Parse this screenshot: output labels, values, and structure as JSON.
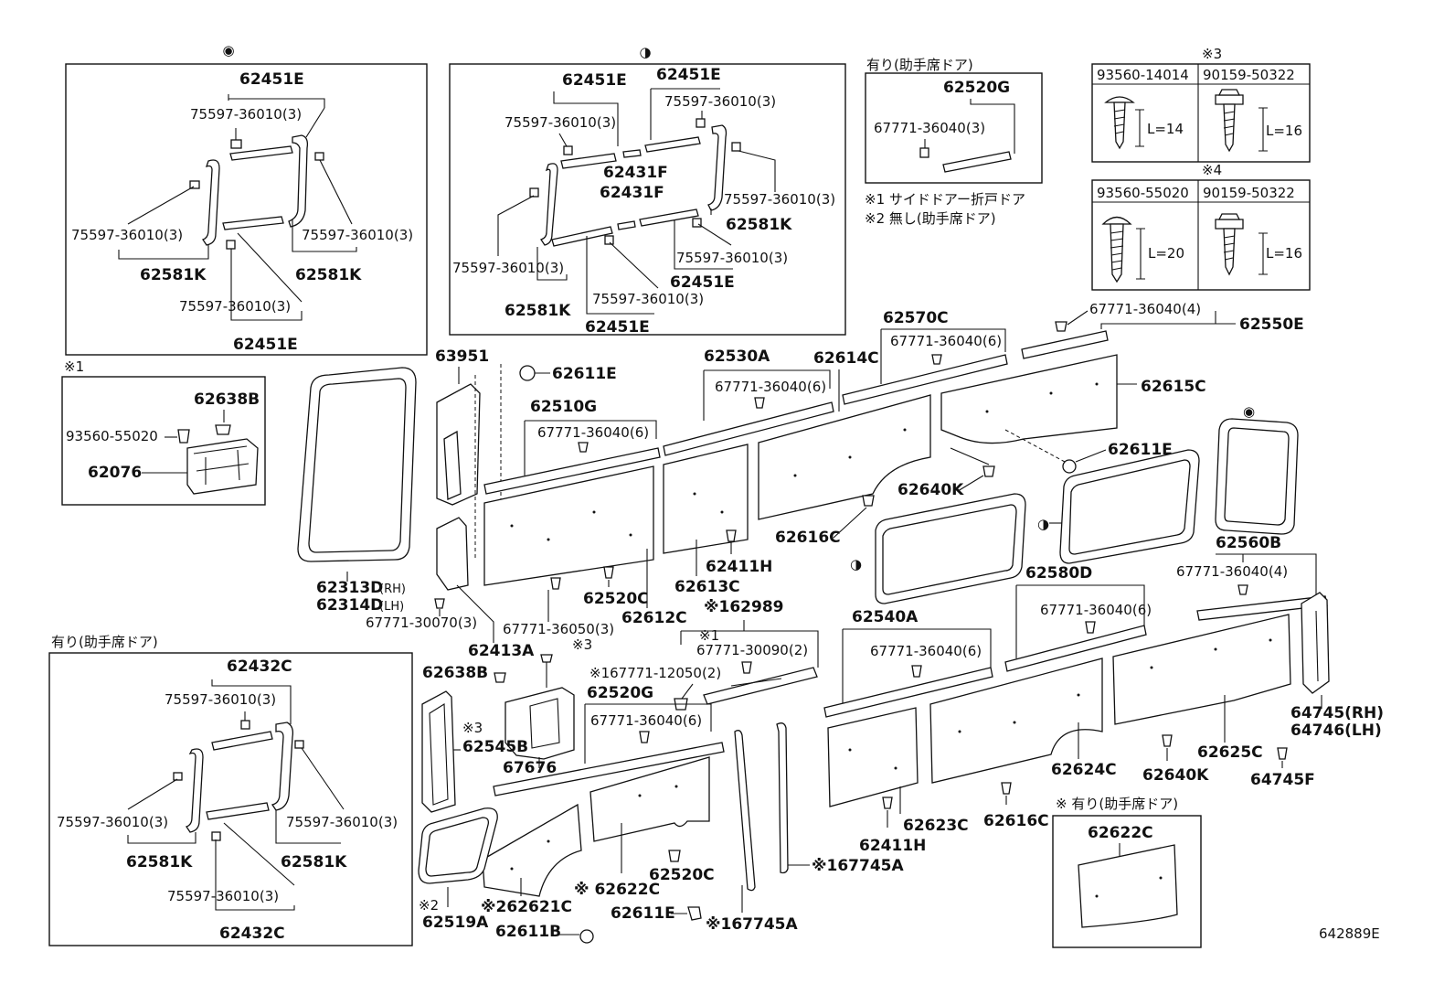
{
  "diagram_code": "642889E",
  "notes": {
    "note1": "※1 サイドドアー折戸ドア",
    "note2": "※2 無し(助手席ドア)"
  },
  "groups": {
    "topleft_marker": "◉",
    "topmid_marker": "◑",
    "passenger_door_with": "有り(助手席ドア)",
    "passenger_door_with_star": "※ 有り(助手席ドア)",
    "mark1": "※1",
    "mark3": "※3",
    "mark4": "※4"
  },
  "fastener_table_3": {
    "headers": [
      "93560-14014",
      "90159-50322"
    ],
    "lengths": [
      "L=14",
      "L=16"
    ]
  },
  "fastener_table_4": {
    "headers": [
      "93560-55020",
      "90159-50322"
    ],
    "lengths": [
      "L=20",
      "L=16"
    ]
  },
  "labels": {
    "tl_62451E_top": "62451E",
    "tl_75597_a": "75597-36010(3)",
    "tl_75597_b": "75597-36010(3)",
    "tl_75597_c": "75597-36010(3)",
    "tl_75597_d": "75597-36010(3)",
    "tl_62581K_a": "62581K",
    "tl_62581K_b": "62581K",
    "tl_62451E_bot": "62451E",
    "tm_62451E_a": "62451E",
    "tm_62451E_b": "62451E",
    "tm_75597_a": "75597-36010(3)",
    "tm_75597_b": "75597-36010(3)",
    "tm_62431F_a": "62431F",
    "tm_62431F_b": "62431F",
    "tm_75597_c": "75597-36010(3)",
    "tm_62581K_a": "62581K",
    "tm_75597_d": "75597-36010(3)",
    "tm_62451E_c": "62451E",
    "tm_75597_e": "75597-36010(3)",
    "tm_62581K_b": "62581K",
    "tm_75597_f": "75597-36010(3)",
    "tm_62451E_d": "62451E",
    "tr_62520G": "62520G",
    "tr_67771": "67771-36040(3)",
    "s1_62638B": "62638B",
    "s1_93560": "93560-55020",
    "s1_62076": "62076",
    "bl_62432C_top": "62432C",
    "bl_75597_a": "75597-36010(3)",
    "bl_75597_b": "75597-36010(3)",
    "bl_75597_c": "75597-36010(3)",
    "bl_62581K_a": "62581K",
    "bl_62581K_b": "62581K",
    "bl_75597_d": "75597-36010(3)",
    "bl_62432C_bot": "62432C",
    "m_63951": "63951",
    "m_62611E_a": "62611E",
    "m_62530A": "62530A",
    "m_62614C": "62614C",
    "m_62570C": "62570C",
    "m_67771_6a": "67771-36040(6)",
    "m_67771_4a": "67771-36040(4)",
    "m_62550E": "62550E",
    "m_67771_6b": "67771-36040(6)",
    "m_62510G": "62510G",
    "m_67771_6c": "67771-36040(6)",
    "m_62615C": "62615C",
    "m_62611E_b": "62611E",
    "m_62640K_a": "62640K",
    "m_62616C_a": "62616C",
    "m_62313D": "62313D",
    "m_62314D": "62314D",
    "m_rh": "(RH)",
    "m_lh": "(LH)",
    "m_62520C_a": "62520C",
    "m_62411H_a": "62411H",
    "m_62613C": "62613C",
    "m_62989": "※162989",
    "m_67771_30070": "67771-30070(3)",
    "m_67771_36050": "67771-36050(3)",
    "m_62612C": "62612C",
    "m_62413A": "62413A",
    "m_62560B": "62560B",
    "m_67771_4b": "67771-36040(4)",
    "m_62580D": "62580D",
    "m_67771_6d": "67771-36040(6)",
    "m_62540A": "62540A",
    "m_67771_6e": "67771-36040(6)",
    "m_s1_67771_30090": "※1",
    "m_67771_30090": "67771-30090(2)",
    "m_s3_a": "※3",
    "m_62638B": "62638B",
    "m_67771_12050": "※167771-12050(2)",
    "m_62520G": "62520G",
    "m_67771_6f": "67771-36040(6)",
    "m_s3_b": "※3",
    "m_62545B": "62545B",
    "m_67676": "67676",
    "m_64745": "64745(RH)",
    "m_64746": "64746(LH)",
    "m_62624C": "62624C",
    "m_62625C": "62625C",
    "m_62640K_b": "62640K",
    "m_64745F": "64745F",
    "m_62623C": "62623C",
    "m_62411H_b": "62411H",
    "m_62616C_b": "62616C",
    "m_67745A_a": "※167745A",
    "m_62622C_a": "※ 62622C",
    "m_62520C_b": "62520C",
    "m_s2": "※2",
    "m_62519A": "62519A",
    "m_62621C": "※262621C",
    "m_62611E_c": "62611E",
    "m_67745A_b": "※167745A",
    "m_62611B": "62611B",
    "m_62622C_b": "62622C"
  }
}
